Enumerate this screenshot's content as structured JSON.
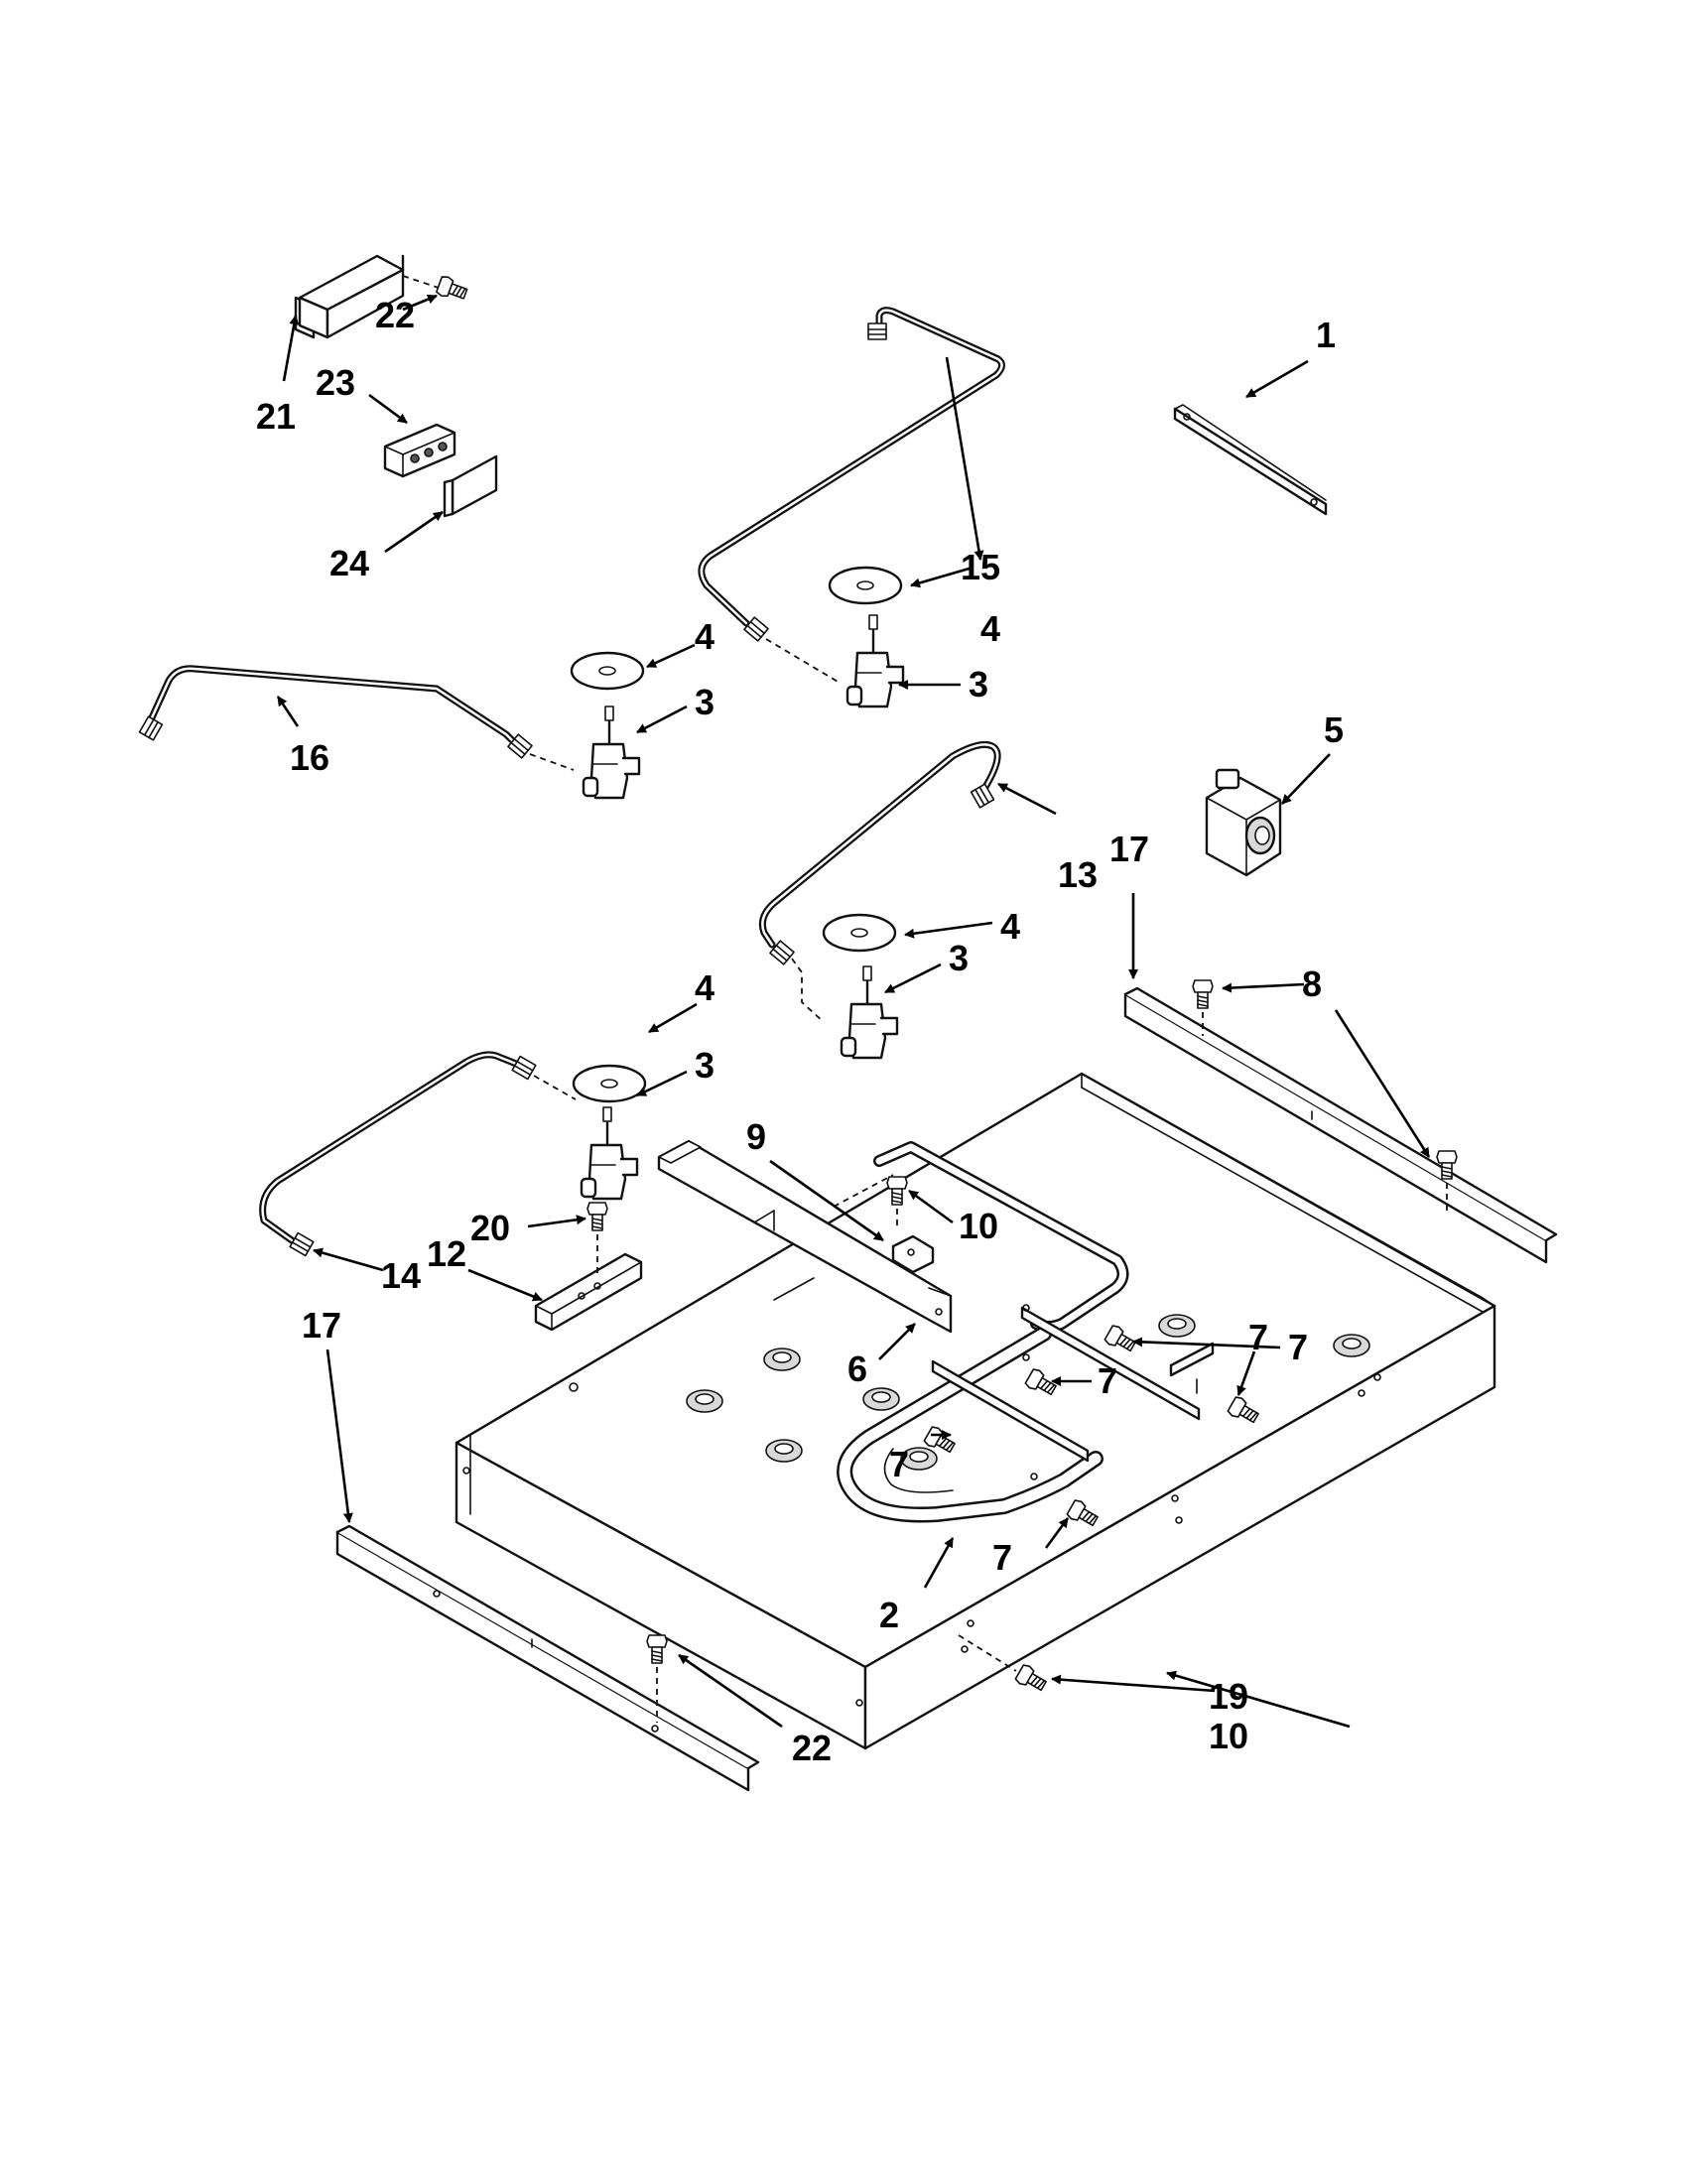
{
  "callouts": [
    {
      "id": "c1",
      "label": "1"
    },
    {
      "id": "c2",
      "label": "2"
    },
    {
      "id": "c3a",
      "label": "3"
    },
    {
      "id": "c3b",
      "label": "3"
    },
    {
      "id": "c3c",
      "label": "3"
    },
    {
      "id": "c3d",
      "label": "3"
    },
    {
      "id": "c4a",
      "label": "4"
    },
    {
      "id": "c4b",
      "label": "4"
    },
    {
      "id": "c4c",
      "label": "4"
    },
    {
      "id": "c4d",
      "label": "4"
    },
    {
      "id": "c5",
      "label": "5"
    },
    {
      "id": "c6",
      "label": "6"
    },
    {
      "id": "c7a",
      "label": "7"
    },
    {
      "id": "c7b",
      "label": "7"
    },
    {
      "id": "c7c",
      "label": "7"
    },
    {
      "id": "c7d",
      "label": "7"
    },
    {
      "id": "c7e",
      "label": "7"
    },
    {
      "id": "c8",
      "label": "8"
    },
    {
      "id": "c9",
      "label": "9"
    },
    {
      "id": "c10a",
      "label": "10"
    },
    {
      "id": "c10b",
      "label": "10"
    },
    {
      "id": "c12",
      "label": "12"
    },
    {
      "id": "c13",
      "label": "13"
    },
    {
      "id": "c14",
      "label": "14"
    },
    {
      "id": "c15",
      "label": "15"
    },
    {
      "id": "c16",
      "label": "16"
    },
    {
      "id": "c17a",
      "label": "17"
    },
    {
      "id": "c17b",
      "label": "17"
    },
    {
      "id": "c19",
      "label": "19"
    },
    {
      "id": "c20",
      "label": "20"
    },
    {
      "id": "c21",
      "label": "21"
    },
    {
      "id": "c22a",
      "label": "22"
    },
    {
      "id": "c22b",
      "label": "22"
    },
    {
      "id": "c23",
      "label": "23"
    },
    {
      "id": "c24",
      "label": "24"
    }
  ]
}
